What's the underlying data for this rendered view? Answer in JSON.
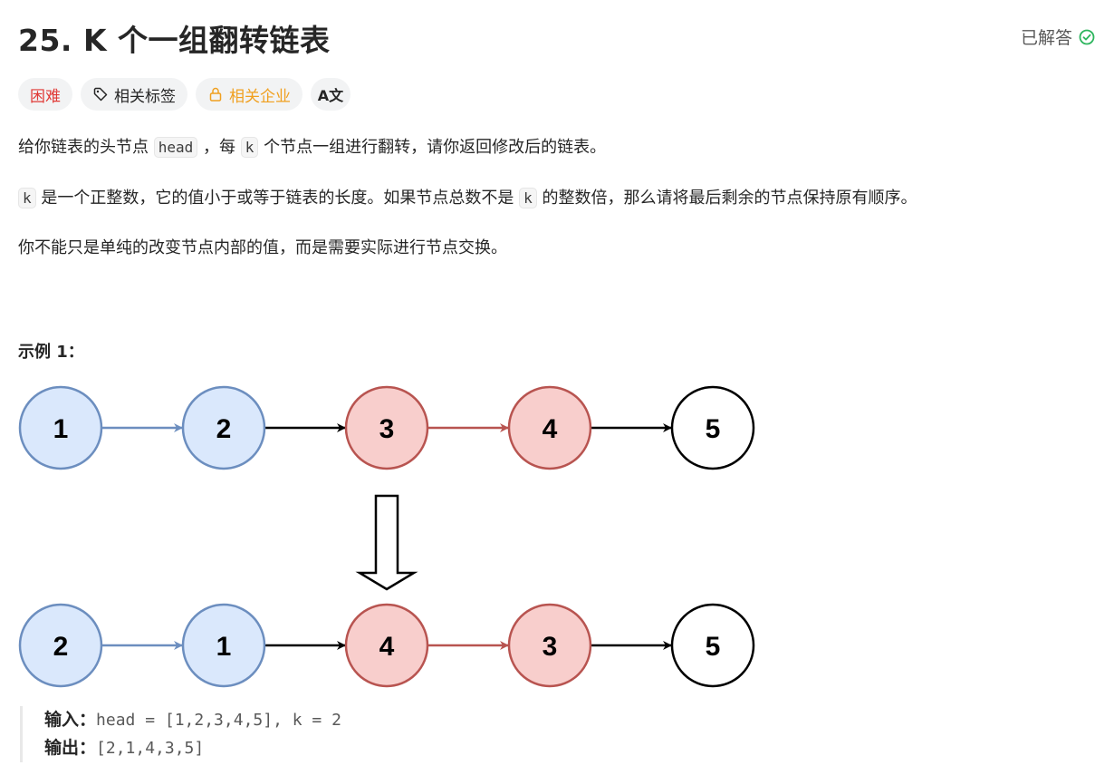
{
  "problem": {
    "title": "25. K 个一组翻转链表",
    "status": "已解答"
  },
  "tags": {
    "difficulty": "困难",
    "related_tags": "相关标签",
    "related_companies": "相关企业",
    "translate": "A文"
  },
  "description": {
    "p1": {
      "a": "给你链表的头节点",
      "code1": "head",
      "b": "，每",
      "code2": "k",
      "c": "个节点一组进行翻转，请你返回修改后的链表。"
    },
    "p2": {
      "code1": "k",
      "a": "是一个正整数，它的值小于或等于链表的长度。如果节点总数不是",
      "code2": "k",
      "b": "的整数倍，那么请将最后剩余的节点保持原有顺序。"
    },
    "p3": "你不能只是单纯的改变节点内部的值，而是需要实际进行节点交换。"
  },
  "example": {
    "title": "示例 1：",
    "top_nodes": [
      "1",
      "2",
      "3",
      "4",
      "5"
    ],
    "bottom_nodes": [
      "2",
      "1",
      "4",
      "3",
      "5"
    ],
    "input_label": "输入：",
    "input_value": "head = [1,2,3,4,5], k = 2",
    "output_label": "输出：",
    "output_value": "[2,1,4,3,5]"
  },
  "colors": {
    "blue_fill": "#dae8fc",
    "blue_stroke": "#6c8ebf",
    "red_fill": "#f8cecc",
    "red_stroke": "#b85450",
    "success": "#2db55d",
    "difficulty": "#e03a36",
    "company": "#f0a020"
  },
  "icons": {
    "solved": "check-circle-icon",
    "tag": "tag-icon",
    "lock": "lock-icon",
    "translate": "translate-icon"
  }
}
